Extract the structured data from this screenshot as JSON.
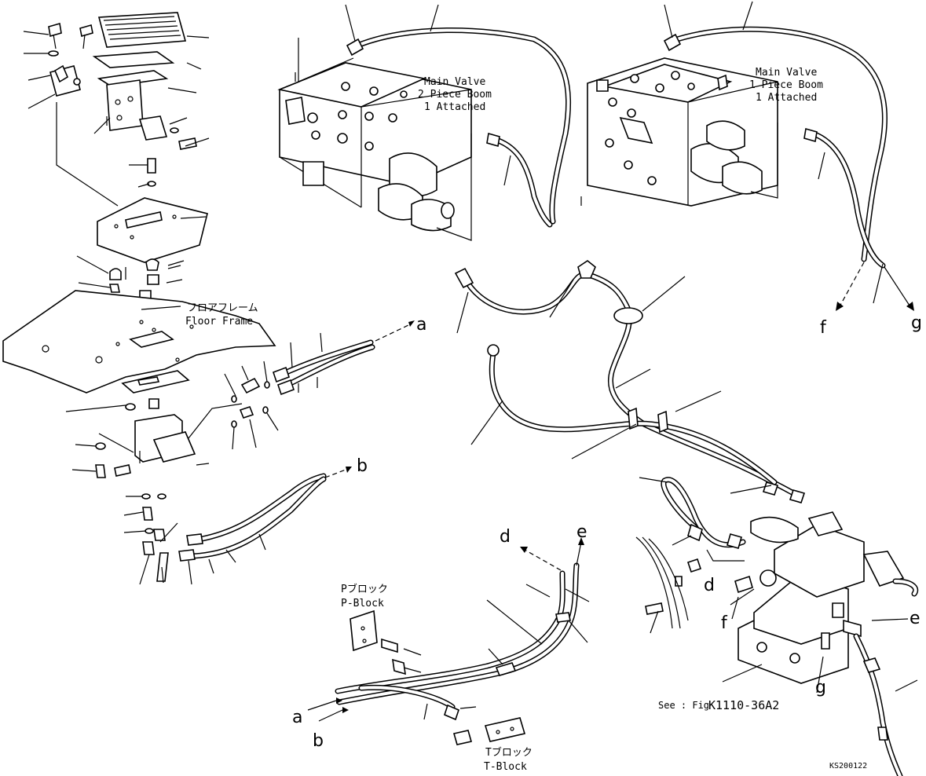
{
  "valve_labels": {
    "two_piece": [
      "Main Valve",
      "2 Piece Boom",
      "1 Attached"
    ],
    "one_piece": [
      "Main Valve",
      "1 Piece Boom",
      "1 Attached"
    ]
  },
  "floor_frame": {
    "jp": "フロアフレーム",
    "en": "Floor Frame"
  },
  "p_block": {
    "jp": "Pブロック",
    "en": "P-Block"
  },
  "t_block": {
    "jp": "Tブロック",
    "en": "T-Block"
  },
  "see_fig": {
    "prefix": "See : Fig",
    "ref": "K1110-36A2"
  },
  "drawing_id": "KS200122",
  "connection_letters": {
    "a": "a",
    "b": "b",
    "d": "d",
    "e": "e",
    "f": "f",
    "g": "g"
  }
}
